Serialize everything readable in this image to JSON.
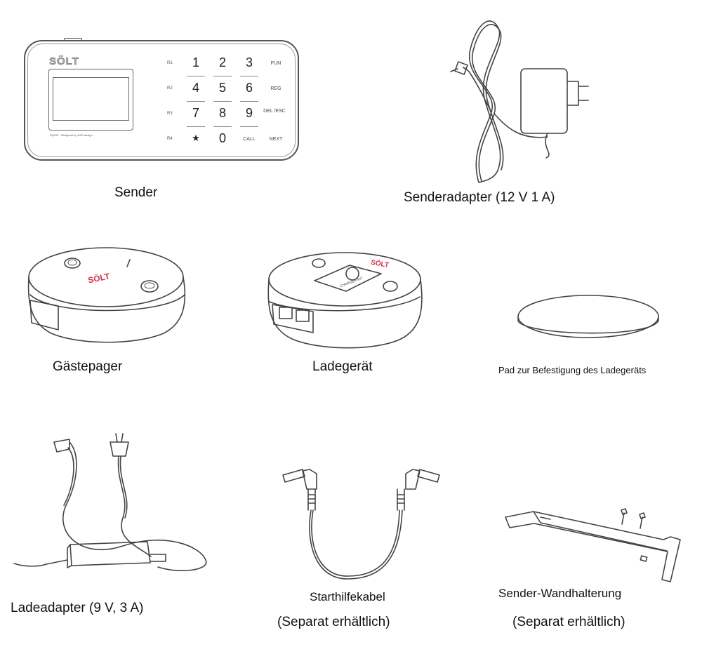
{
  "items": {
    "sender": {
      "label": "Sender",
      "logo": "SÖLT",
      "caption": "SQ100 · Designed by SAG design",
      "row_labels": [
        "R1",
        "R2",
        "R3",
        "R4"
      ],
      "keys": [
        "1",
        "2",
        "3",
        "FUN",
        "4",
        "5",
        "6",
        "REG",
        "7",
        "8",
        "9",
        "DEL /ESC",
        "★",
        "0",
        "CALL",
        "NEXT"
      ]
    },
    "sender_adapter": {
      "label": "Senderadapter (12 V 1 A)"
    },
    "pager": {
      "label": "Gästepager",
      "logo": "SÖLT"
    },
    "charger": {
      "label": "Ladegerät",
      "logo": "SÖLT",
      "plate_text": "CHARGER KIT"
    },
    "pad": {
      "label": "Pad zur Befestigung des Ladegeräts"
    },
    "charge_adapter": {
      "label": "Ladeadapter (9 V, 3 A)"
    },
    "jump_cable": {
      "label": "Starthilfekabel",
      "note": "(Separat erhältlich)"
    },
    "wall_mount": {
      "label": "Sender-Wandhalterung",
      "note": "(Separat erhältlich)"
    }
  },
  "colors": {
    "logo_red": "#d0314a",
    "line": "#444444"
  }
}
